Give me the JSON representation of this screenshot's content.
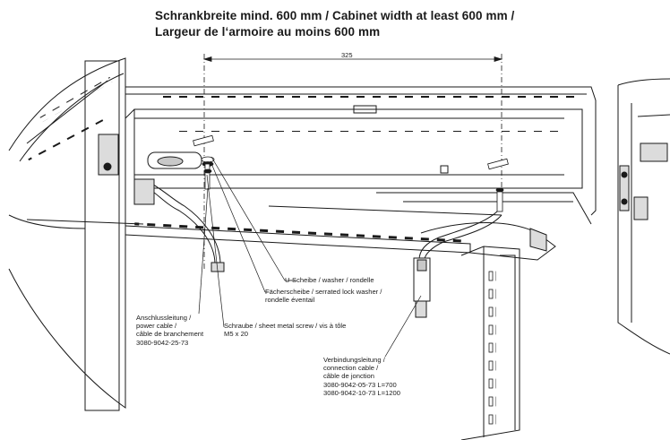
{
  "title": {
    "line1": "Schrankbreite mind. 600 mm / Cabinet width at least 600 mm /",
    "line2": "Largeur de l‘armoire au moins 600 mm"
  },
  "dimension": "325",
  "callouts": {
    "washer": "U-Scheibe / washer / rondelle",
    "serrated": [
      "Fächerscheibe / serrated lock washer /",
      "rondelle éventail"
    ],
    "screw": [
      "Schraube / sheet metal screw / vis à tôle",
      "M5 x 20"
    ],
    "power": [
      "Anschlussleitung /",
      "power cable /",
      "câble de branchement",
      "3080-9042-25-73"
    ],
    "connection": [
      "Verbindungsleitung /",
      "connection cable /",
      "câble de jonction",
      "3080-9042-05-73 L=700",
      "3080-9042-10-73 L=1200"
    ]
  },
  "colors": {
    "line": "#1a1a1a",
    "shade": "#c8c8c8"
  }
}
